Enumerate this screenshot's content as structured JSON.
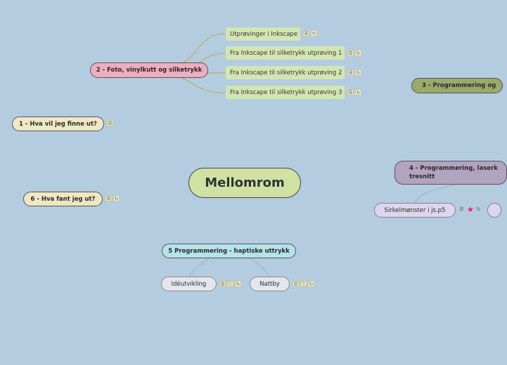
{
  "central": {
    "label": "Mellomrom"
  },
  "topics": {
    "t1": {
      "label": "1 - Hva vil jeg finne ut?",
      "icons": [
        "notes-icon"
      ]
    },
    "t2": {
      "label": "2 - Foto, vinylkutt og silketrykk",
      "children": [
        {
          "label": "Utprøvinger i Inkscape",
          "icons": [
            "notes-icon",
            "link-icon"
          ]
        },
        {
          "label": "Fra Inkscape til silketrykk utprøving 1",
          "icons": [
            "notes-icon",
            "link-icon"
          ]
        },
        {
          "label": "Fra Inkscape til silketrykk utprøving 2",
          "icons": [
            "notes-icon",
            "link-icon"
          ]
        },
        {
          "label": "Fra Inkscape til silketrykk utprøving 3",
          "icons": [
            "notes-icon",
            "link-icon"
          ]
        }
      ]
    },
    "t3": {
      "label": "3 - Programmering og"
    },
    "t4": {
      "label_line1": "4 - Programmering, laserk",
      "label_line2": "tresnitt",
      "children": [
        {
          "label": "Sirkelmønster i js.p5",
          "icons": [
            "notes-icon",
            "star-icon",
            "link-icon"
          ]
        }
      ]
    },
    "t5": {
      "label": "5 Programmering - haptiske uttrykk",
      "children": [
        {
          "label": "Idéutvikling",
          "icons": [
            "notes-icon",
            "attachment-icon",
            "link-icon"
          ]
        },
        {
          "label": "Nattby",
          "icons": [
            "notes-icon",
            "attachment-icon",
            "link-icon"
          ]
        }
      ]
    },
    "t6": {
      "label": "6 - Hva fant jeg ut?",
      "icons": [
        "notes-icon",
        "link-icon"
      ]
    }
  },
  "colors": {
    "background": "#b4cce0",
    "topic1": "#efe8c4",
    "topic2": "#eeadc1",
    "topic3": "#9aaa6c",
    "topic4": "#b2a4c0",
    "topic5": "#b5e3ea",
    "topic6": "#efe8c4",
    "central": "#cfe2a4",
    "leaf": "#d3e6b2",
    "subtopic": "#e4e6ee"
  }
}
